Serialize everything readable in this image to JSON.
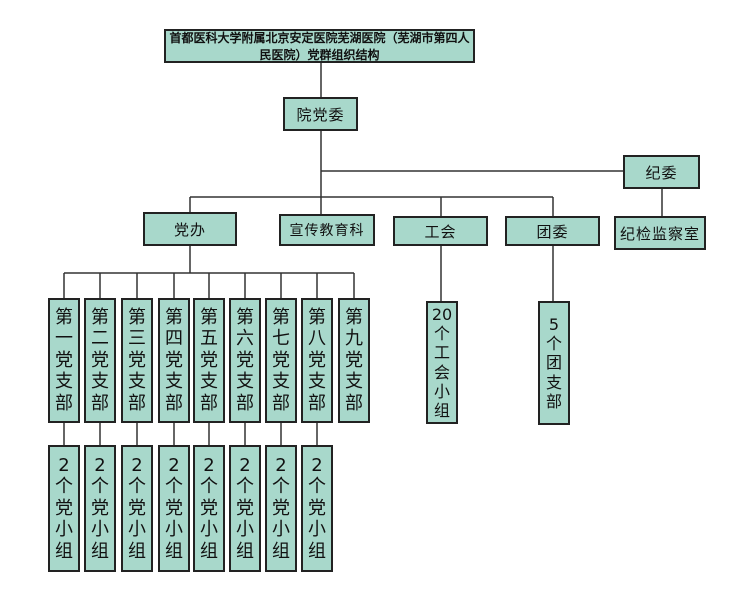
{
  "title": "首都医科大学附属北京安定医院芜湖医院（芜湖市第四人民医院）党群组织结构",
  "committee": "院党委",
  "discipline": "纪委",
  "inspection": "纪检监察室",
  "departments": [
    "党办",
    "宣传教育科",
    "工会",
    "团委"
  ],
  "branches": [
    "第一党支部",
    "第二党支部",
    "第三党支部",
    "第四党支部",
    "第五党支部",
    "第六党支部",
    "第七党支部",
    "第八党支部",
    "第九党支部"
  ],
  "groups": [
    "2个党小组",
    "2个党小组",
    "2个党小组",
    "2个党小组",
    "2个党小组",
    "2个党小组",
    "2个党小组",
    "2个党小组"
  ],
  "union_sub": "20个工会小组",
  "youth_sub": "5个团支部",
  "colors": {
    "box_fill": "#a8d8cb",
    "border": "#222222",
    "line": "#333333"
  }
}
